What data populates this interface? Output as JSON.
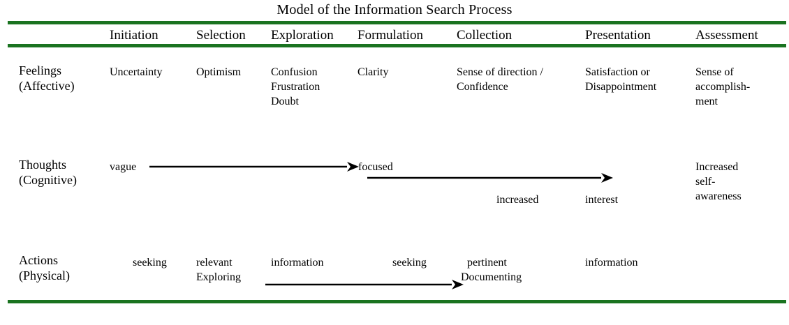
{
  "figure": {
    "title": "Model of the Information Search Process",
    "accent_color": "#1a7320",
    "text_color": "#000000",
    "background": "#ffffff"
  },
  "columns": [
    {
      "label": "Initiation"
    },
    {
      "label": "Selection"
    },
    {
      "label": "Exploration"
    },
    {
      "label": "Formulation"
    },
    {
      "label": "Collection"
    },
    {
      "label": "Presentation"
    },
    {
      "label": "Assessment"
    }
  ],
  "rows": [
    {
      "label_line1": "Feelings",
      "label_line2": "(Affective)",
      "cells": [
        "Uncertainty",
        "Optimism",
        "Confusion\nFrustration\nDoubt",
        "Clarity",
        "Sense of direction /\nConfidence",
        "Satisfaction or\nDisappointment",
        "Sense of\naccomplish-\nment"
      ]
    },
    {
      "label_line1": "Thoughts",
      "label_line2": "(Cognitive)",
      "cells": [
        "vague",
        "",
        "",
        "focused",
        "increased",
        "interest",
        "Increased\nself-\nawareness"
      ]
    },
    {
      "label_line1": "Actions",
      "label_line2": "(Physical)",
      "cells": [
        "seeking",
        "relevant\nExploring",
        "information",
        "seeking",
        "pertinent\nDocumenting",
        "information",
        ""
      ]
    }
  ],
  "annotations": {
    "thoughts_vague": "vague",
    "thoughts_focused": "focused",
    "thoughts_increased": "increased",
    "thoughts_interest": "interest",
    "thoughts_assessment": "Increased\nself-\nawareness",
    "feelings_initiation": "Uncertainty",
    "feelings_selection": "Optimism",
    "feelings_exploration": "Confusion\nFrustration\nDoubt",
    "feelings_formulation": "Clarity",
    "feelings_collection": "Sense of direction /\nConfidence",
    "feelings_presentation": "Satisfaction or\nDisappointment",
    "feelings_assessment": "Sense of\naccomplish-\nment",
    "actions_seeking1": "seeking",
    "actions_relevant": "relevant",
    "actions_exploring": "Exploring",
    "actions_information1": "information",
    "actions_seeking2": "seeking",
    "actions_pertinent": "pertinent",
    "actions_documenting": "Documenting",
    "actions_information2": "information"
  },
  "arrows": [
    {
      "name": "vague-to-focused",
      "label": "progression from vague to focused thoughts"
    },
    {
      "name": "focused-to-interest",
      "label": "progression of increased interest"
    },
    {
      "name": "exploring-to-documenting",
      "label": "progression from exploring to documenting"
    }
  ]
}
